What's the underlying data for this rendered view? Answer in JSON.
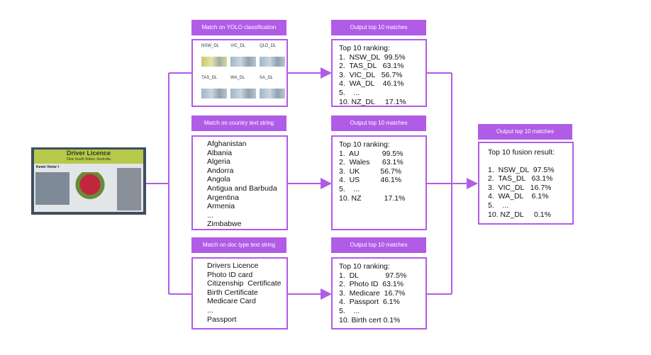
{
  "input_card": {
    "title": "Driver Licence",
    "subtitle": "New South Wales, Australia",
    "name": "Kevin Victor I"
  },
  "branches": [
    {
      "header": "Match on YOLO classification",
      "thumbnails": [
        "NSW_DL",
        "VIC_DL",
        "QLD_DL",
        "TAS_DL",
        "WA_DL",
        "SA_DL"
      ],
      "output_header": "Output top 10 matches",
      "output_title": "Top 10 ranking:",
      "output_lines": [
        "1.  NSW_DL  99.5%",
        "2.  TAS_DL   63.1%",
        "3.  VIC_DL   56.7%",
        "4.  WA_DL    46.1%",
        "5.    ...",
        "10. NZ_DL     17.1%"
      ]
    },
    {
      "header": "Match on country text string",
      "list": [
        "Afghanistan",
        "Albania",
        "Algeria",
        "Andorra",
        "Angola",
        "Antigua and Barbuda",
        "Argentina",
        "Armenia",
        "...",
        "Zimbabwe"
      ],
      "output_header": "Output top 10 matches",
      "output_title": "Top 10 ranking:",
      "output_lines": [
        "1.  AU           99.5%",
        "2.  Wales      63.1%",
        "3.  UK          56.7%",
        "4.  US          46.1%",
        "5.    ...",
        "10. NZ           17.1%"
      ]
    },
    {
      "header": "Match on doc type text string",
      "list": [
        "Drivers Licence",
        "Photo ID card",
        "Citizenship  Certificate",
        "Birth Certificate",
        "Medicare Card",
        "...",
        "Passport"
      ],
      "output_header": "Output top 10 matches",
      "output_title": "Top 10 ranking:",
      "output_lines": [
        "1.  DL             97.5%",
        "2.  Photo ID  63.1%",
        "3.  Medicare  16.7%",
        "4.  Passport  6.1%",
        "5.    ...",
        "10. Birth cert 0.1%"
      ]
    }
  ],
  "fusion": {
    "header": "Output top 10 matches",
    "title": "Top 10 fusion result:",
    "lines": [
      "1.  NSW_DL  97.5%",
      "2.  TAS_DL   63.1%",
      "3.  VIC_DL   16.7%",
      "4.  WA_DL    6.1%",
      "5.    ...",
      "10. NZ_DL     0.1%"
    ]
  },
  "colors": {
    "accent": "#b05ce6",
    "card_header": "#b7c94a"
  }
}
